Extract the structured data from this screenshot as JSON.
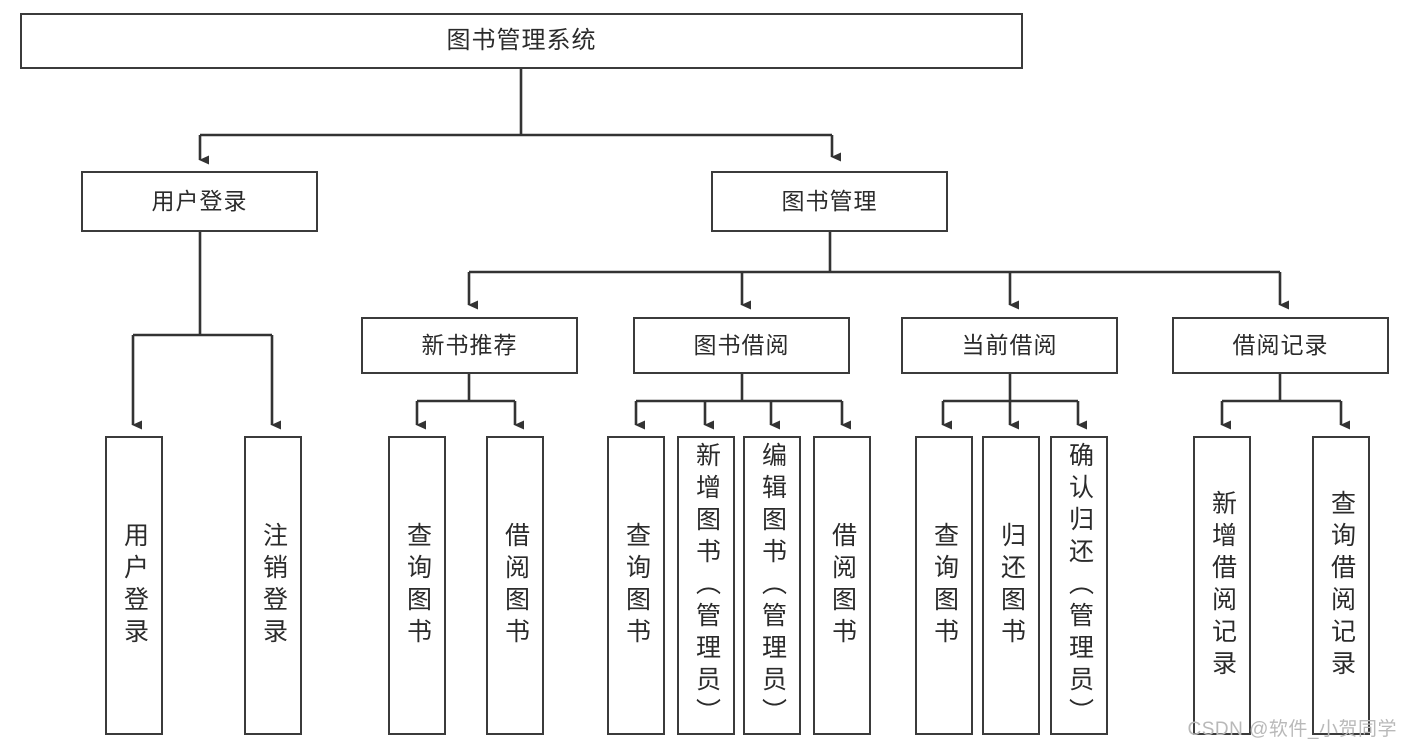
{
  "diagram": {
    "type": "tree-hierarchy-flowchart",
    "title": "图书管理系统",
    "watermark": "CSDN @软件_小贺同学",
    "colors": {
      "box_border": "#3b3b3b",
      "box_fill": "#ffffff",
      "edge": "#333333",
      "text": "#2b2b2b",
      "watermark": "#b9b9b9",
      "background": "#ffffff"
    },
    "root": {
      "label": "图书管理系统"
    },
    "level1": [
      {
        "label": "用户登录"
      },
      {
        "label": "图书管理"
      }
    ],
    "level2": [
      {
        "label": "新书推荐"
      },
      {
        "label": "图书借阅"
      },
      {
        "label": "当前借阅"
      },
      {
        "label": "借阅记录"
      }
    ],
    "leaves": {
      "user_login": [
        {
          "label": "用户登录"
        },
        {
          "label": "注销登录"
        }
      ],
      "new_book_recommend": [
        {
          "label": "查询图书"
        },
        {
          "label": "借阅图书"
        }
      ],
      "book_borrow": [
        {
          "label": "查询图书"
        },
        {
          "label": "新增图书（管理员）"
        },
        {
          "label": "编辑图书（管理员）"
        },
        {
          "label": "借阅图书"
        }
      ],
      "current_borrow": [
        {
          "label": "查询图书"
        },
        {
          "label": "归还图书"
        },
        {
          "label": "确认归还（管理员）"
        }
      ],
      "borrow_record": [
        {
          "label": "新增借阅记录"
        },
        {
          "label": "查询借阅记录"
        }
      ]
    }
  }
}
